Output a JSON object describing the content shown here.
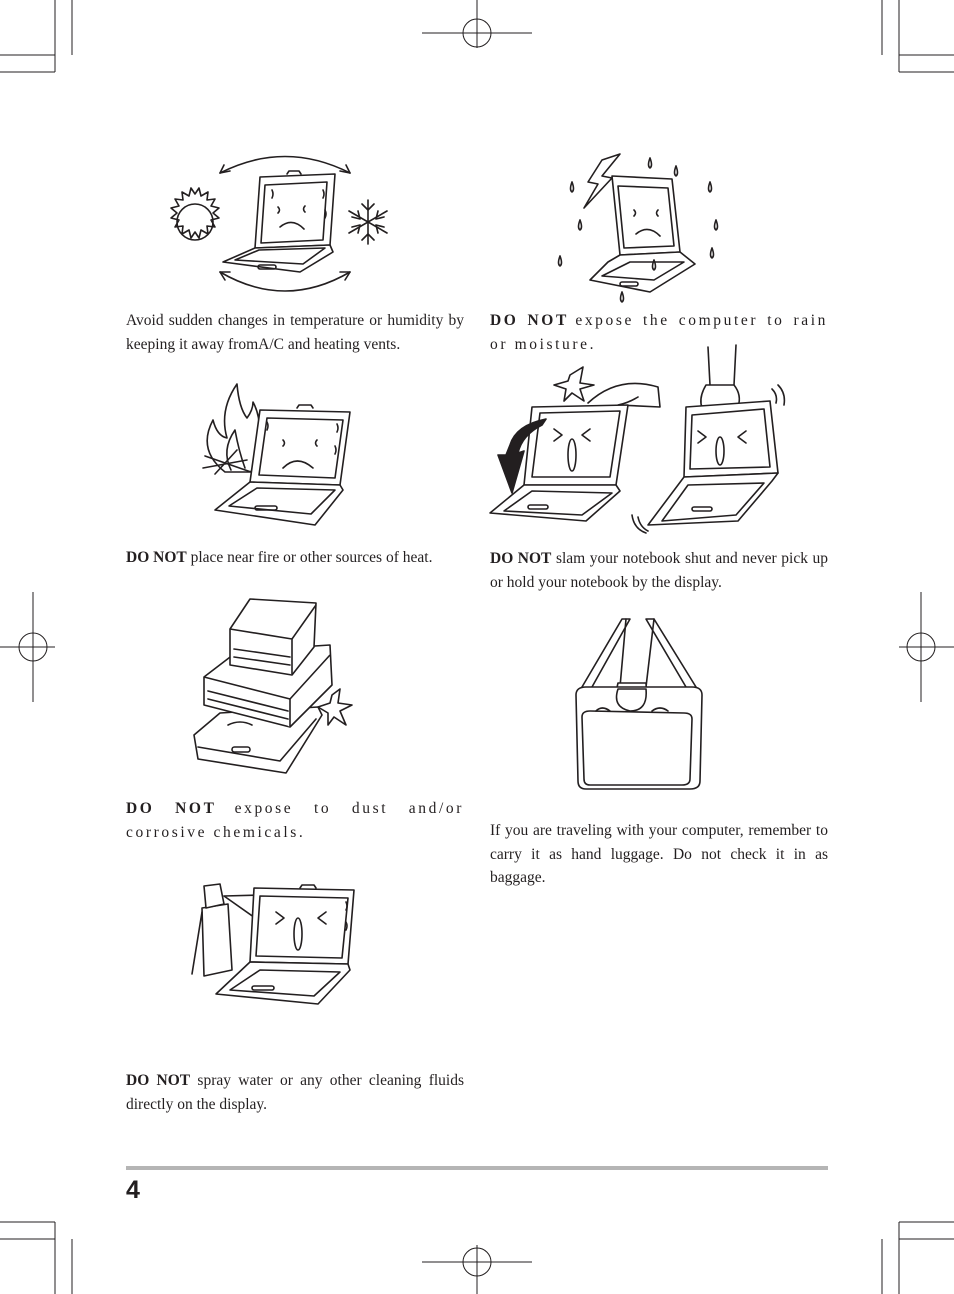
{
  "captions": {
    "temperature": "Avoid sudden changes in temperature or humidity by keeping it away fromA/C and heating vents.",
    "rain_bold": "DO NOT",
    "rain_text": "expose the computer to rain or moisture.",
    "fire_bold": "DO NOT",
    "fire_text": "place near fire or other sources of heat.",
    "slam_bold": "DO NOT",
    "slam_text": "slam your notebook shut and never pick up or hold your notebook by the display.",
    "dust_bold": "DO NOT",
    "dust_text": "expose to dust and/or corrosive chemicals.",
    "travel": "If you are traveling with your computer, remember to carry it as hand luggage. Do not check it in as baggage.",
    "spray_bold": "DO NOT",
    "spray_text": "spray water or any other cleaning fluids directly on the display."
  },
  "footer": {
    "page_number": "4"
  },
  "icons": [
    "sun-icon",
    "snowflake-icon",
    "lightning-icon",
    "flame-icon",
    "spray-bottle-icon",
    "hand-icon",
    "carry-bag-icon"
  ]
}
